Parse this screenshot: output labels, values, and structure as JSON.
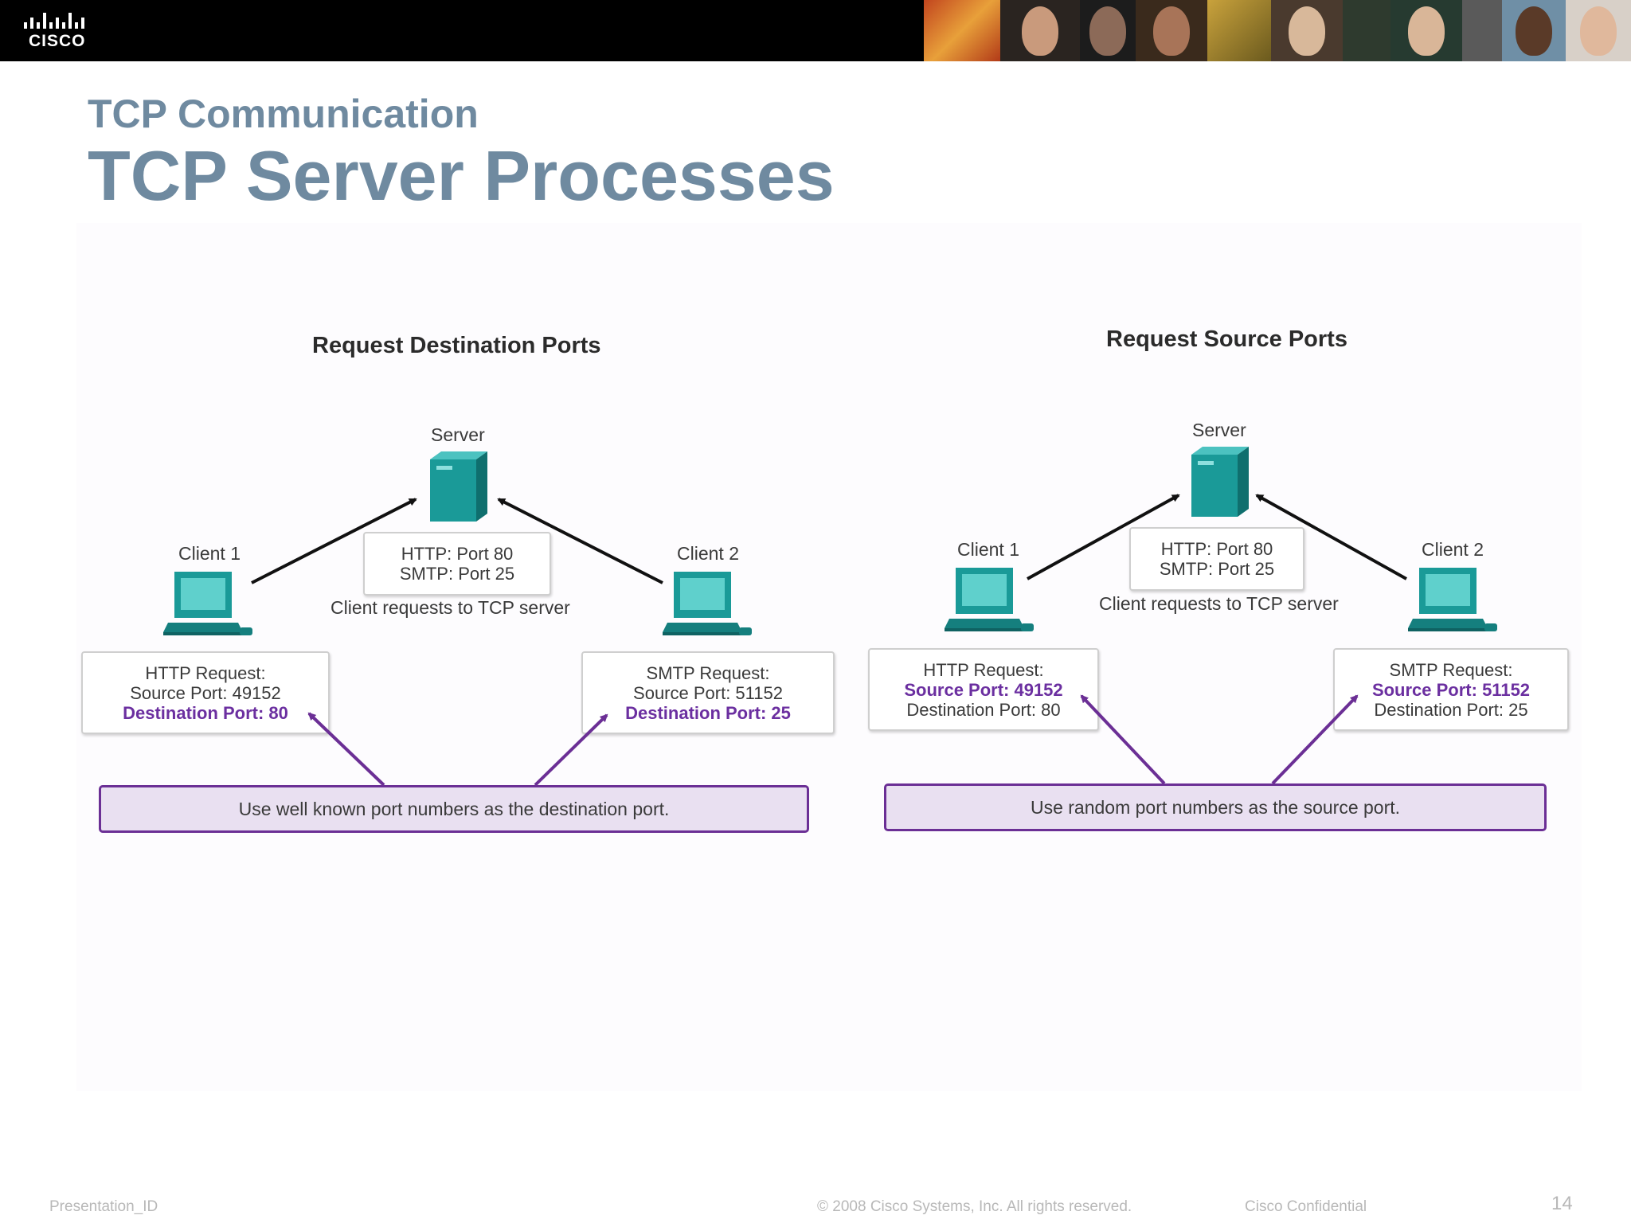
{
  "header": {
    "logo_text": "CISCO"
  },
  "slide": {
    "subtitle": "TCP Communication",
    "title": "TCP Server Processes"
  },
  "left_panel": {
    "title": "Request Destination Ports",
    "server_label": "Server",
    "client1_label": "Client 1",
    "client2_label": "Client 2",
    "server_ports": {
      "line1": "HTTP: Port 80",
      "line2": "SMTP: Port 25"
    },
    "caption": "Client requests to TCP server",
    "client1_box": {
      "line1": "HTTP Request:",
      "line2": "Source Port: 49152",
      "line3": "Destination Port: 80"
    },
    "client2_box": {
      "line1": "SMTP Request:",
      "line2": "Source Port: 51152",
      "line3": "Destination Port: 25"
    },
    "note": "Use well known port numbers as the destination port."
  },
  "right_panel": {
    "title": "Request Source Ports",
    "server_label": "Server",
    "client1_label": "Client 1",
    "client2_label": "Client 2",
    "server_ports": {
      "line1": "HTTP: Port 80",
      "line2": "SMTP: Port 25"
    },
    "caption": "Client requests to TCP server",
    "client1_box": {
      "line1": "HTTP Request:",
      "line2": "Source Port: 49152",
      "line3": "Destination Port: 80"
    },
    "client2_box": {
      "line1": "SMTP Request:",
      "line2": "Source Port: 51152",
      "line3": "Destination Port: 25"
    },
    "note": "Use random port numbers as the source port."
  },
  "footer": {
    "left": "Presentation_ID",
    "center": "© 2008 Cisco Systems, Inc. All rights reserved.",
    "right": "Cisco Confidential",
    "page": "14"
  },
  "colors": {
    "title": "#6f8aa0",
    "highlight": "#6b2fa0",
    "note_fill": "#e9e0f1",
    "note_border": "#6b2f95",
    "device_teal": "#1a9a98"
  }
}
